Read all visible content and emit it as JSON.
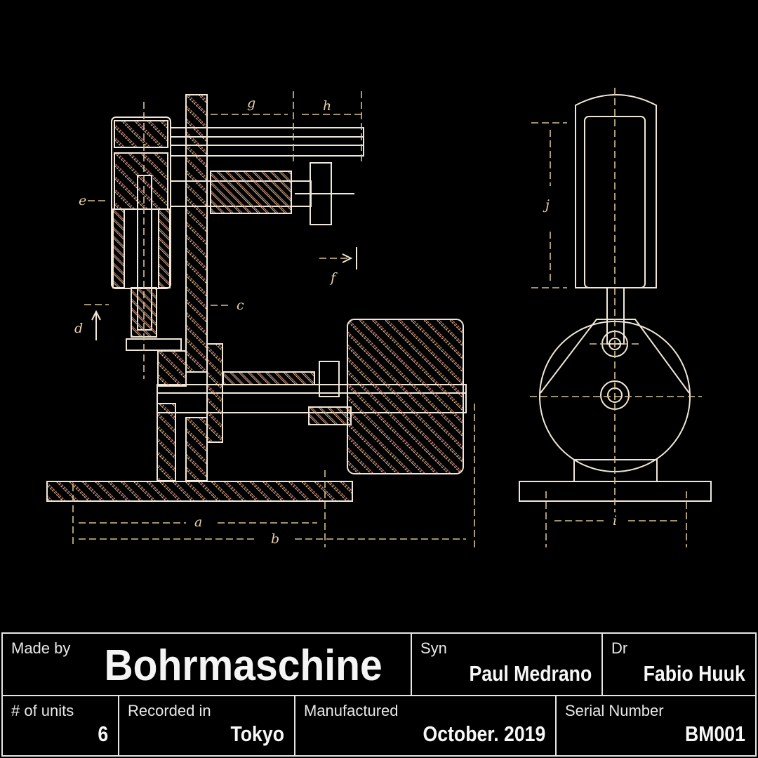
{
  "drawing": {
    "labels": {
      "a": "a",
      "b": "b",
      "c": "c",
      "d": "d",
      "e": "e",
      "f": "f",
      "g": "g",
      "h": "h",
      "i": "i",
      "j": "j"
    },
    "line_colors": {
      "primary": "#f1e7d8",
      "accent": "#e08787",
      "hatch_a": "#f2d59a",
      "hatch_b": "#d98b8b"
    }
  },
  "title_block": {
    "made_by_label": "Made by",
    "title": "Bohrmaschine",
    "syn_label": "Syn",
    "syn_value": "Paul Medrano",
    "dr_label": "Dr",
    "dr_value": "Fabio Huuk",
    "units_label": "# of units",
    "units_value": "6",
    "recorded_label": "Recorded in",
    "recorded_value": "Tokyo",
    "manufactured_label": "Manufactured",
    "manufactured_value": "October. 2019",
    "serial_label": "Serial Number",
    "serial_value": "BM001"
  }
}
